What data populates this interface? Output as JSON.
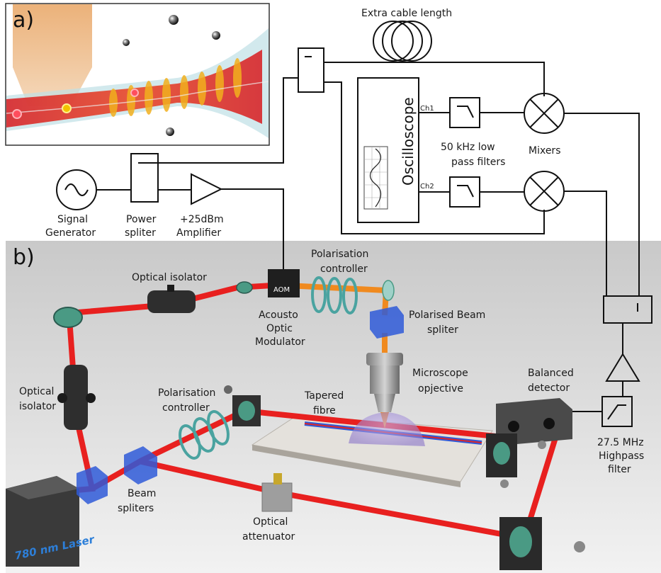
{
  "panels": {
    "a": "a)",
    "b": "b)"
  },
  "schematic": {
    "extra_cable": "Extra cable length",
    "oscilloscope": "Oscilloscope",
    "ch1": "Ch1",
    "ch2": "Ch2",
    "lowpass_1": "50 kHz low",
    "lowpass_2": "pass filters",
    "mixers": "Mixers",
    "signal_gen_1": "Signal",
    "signal_gen_2": "Generator",
    "power_split_1": "Power",
    "power_split_2": "spliter",
    "amplifier_1": "+25dBm",
    "amplifier_2": "Amplifier",
    "highpass_1": "27.5 MHz",
    "highpass_2": "Highpass",
    "highpass_3": "filter"
  },
  "setup": {
    "optical_isolator_top": "Optical isolator",
    "polarisation_top_1": "Polarisation",
    "polarisation_top_2": "controller",
    "aom_1": "Acousto",
    "aom_2": "Optic",
    "aom_3": "Modulator",
    "aom_device": "AOM",
    "pbs_1": "Polarised Beam",
    "pbs_2": "spliter",
    "microscope_1": "Microscope",
    "microscope_2": "opjective",
    "balanced_1": "Balanced",
    "balanced_2": "detector",
    "isolator_left_1": "Optical",
    "isolator_left_2": "isolator",
    "polarisation_mid_1": "Polarisation",
    "polarisation_mid_2": "controller",
    "tapered_1": "Tapered",
    "tapered_2": "fibre",
    "beam_split_1": "Beam",
    "beam_split_2": "spliters",
    "attenuator_1": "Optical",
    "attenuator_2": "attenuator",
    "laser_label": "780 nm Laser"
  },
  "colors": {
    "laser_beam": "#e8201f",
    "probe_beam": "#f08a1f",
    "background_b": "#d9d9d9"
  }
}
